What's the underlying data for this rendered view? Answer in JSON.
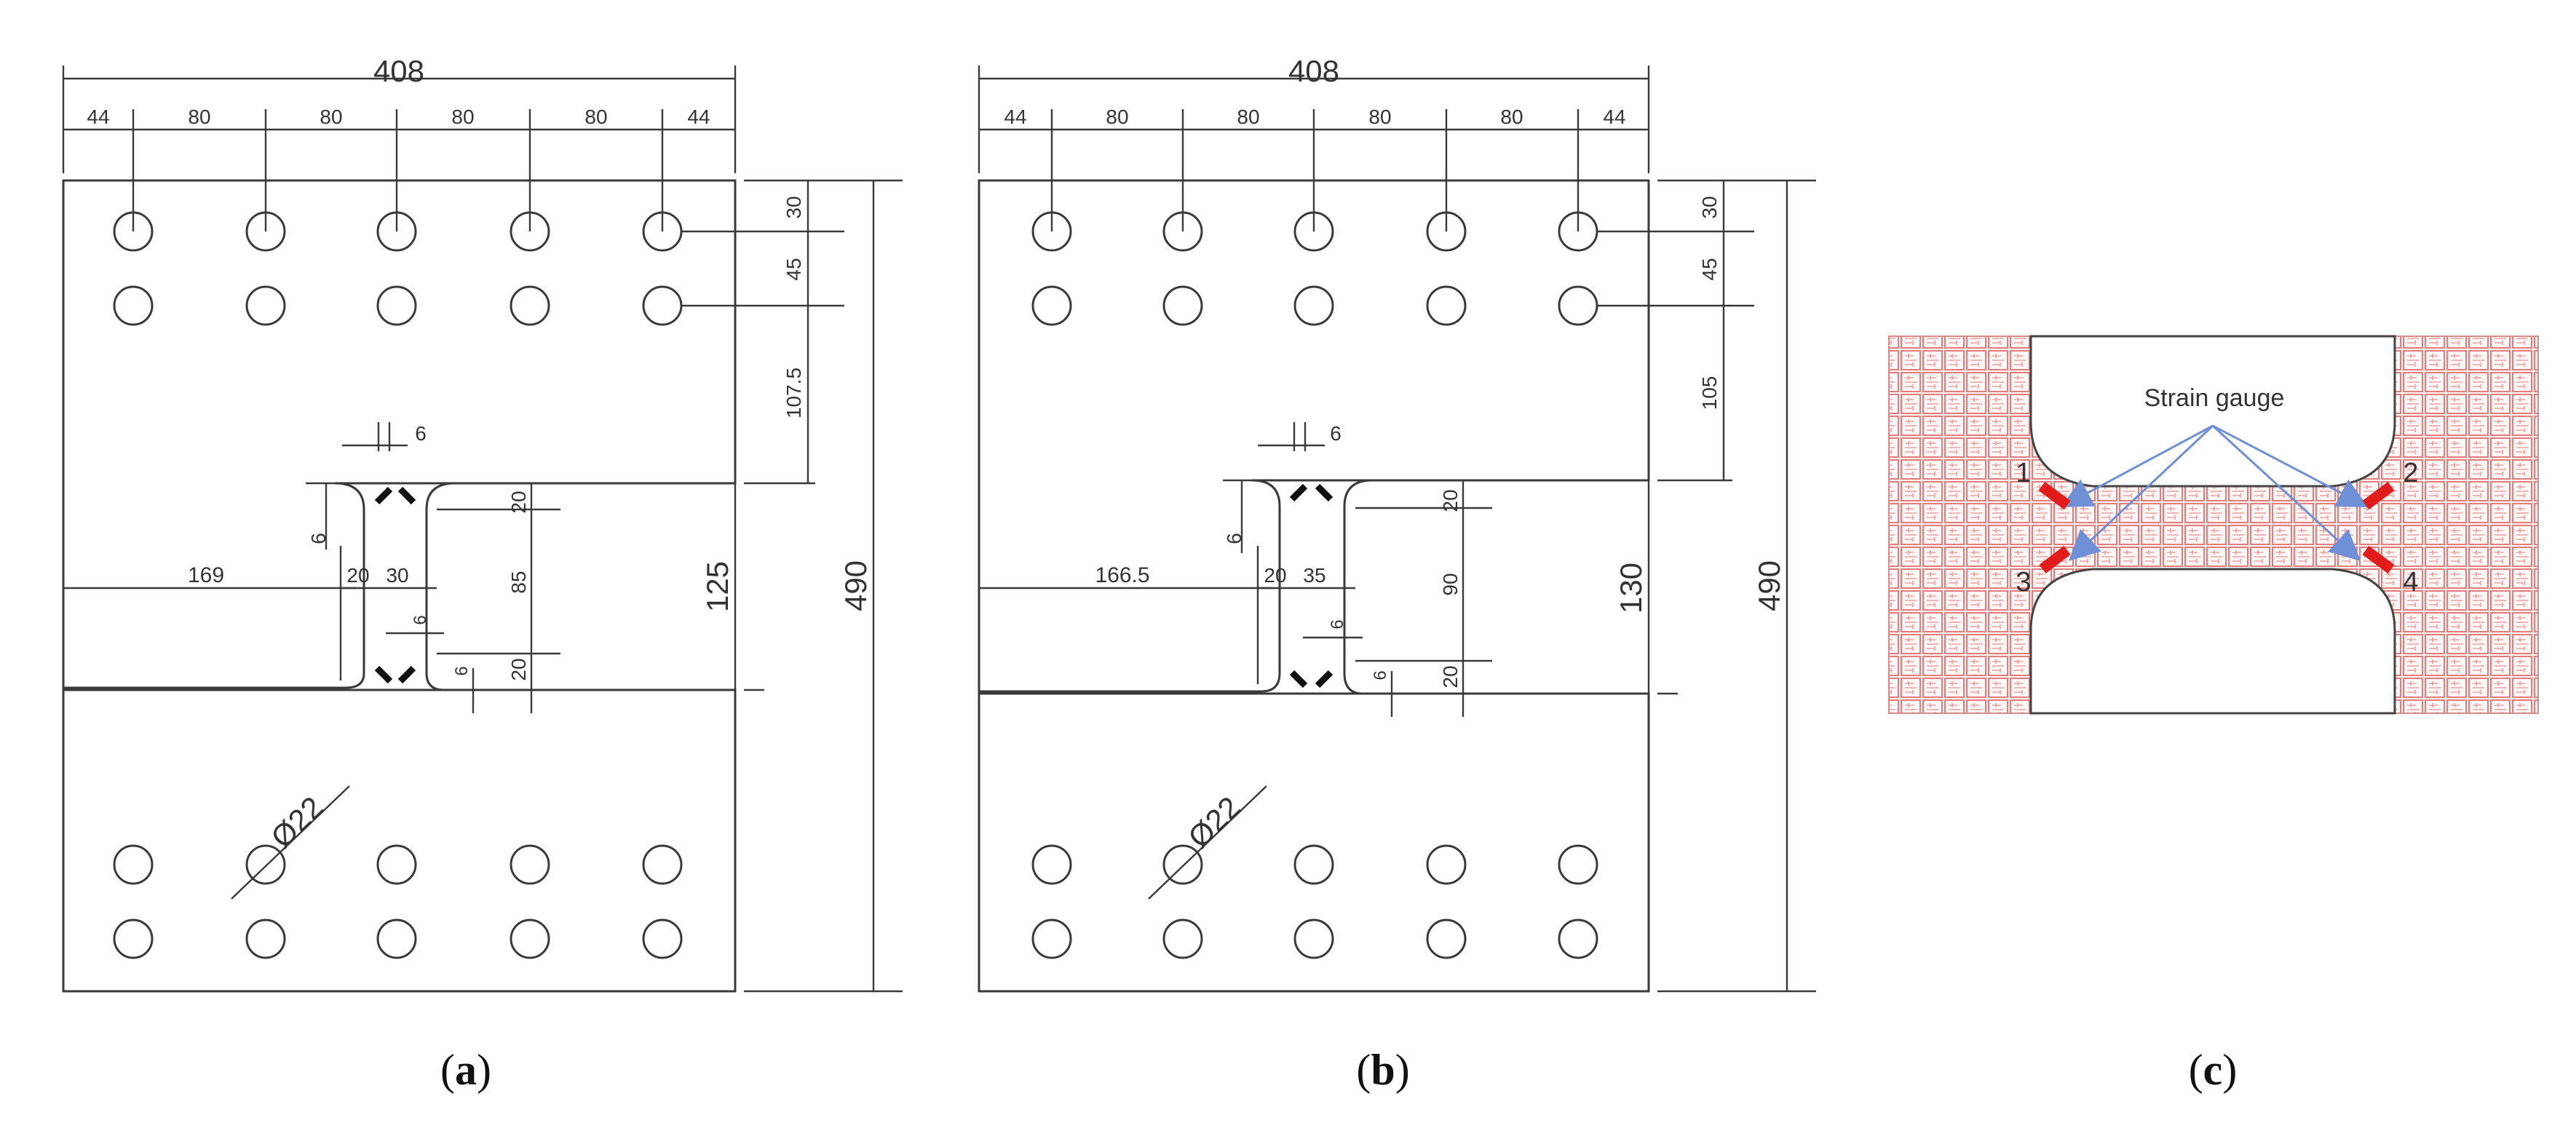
{
  "panels": [
    {
      "caption": "a",
      "dims": {
        "total_width": "408",
        "spacing": [
          "44",
          "80",
          "80",
          "80",
          "80",
          "44"
        ],
        "hole_row_1": "30",
        "hole_row_2": "45",
        "to_notch": "107.5",
        "notch_gap": "125",
        "total_height": "490",
        "notch_depth": "169",
        "radius_left": "6",
        "gap_top": "6",
        "width_left": "20",
        "width_mid": "30",
        "fillet_top": "20",
        "mid_height": "85",
        "fillet_bottom": "20",
        "small_top": "6",
        "small_bottom": "6",
        "hole_dia": "Ø22"
      }
    },
    {
      "caption": "b",
      "dims": {
        "total_width": "408",
        "spacing": [
          "44",
          "80",
          "80",
          "80",
          "80",
          "44"
        ],
        "hole_row_1": "30",
        "hole_row_2": "45",
        "to_notch": "105",
        "notch_gap": "130",
        "total_height": "490",
        "notch_depth": "166.5",
        "radius_left": "6",
        "gap_top": "6",
        "width_left": "20",
        "width_mid": "35",
        "fillet_top": "20",
        "mid_height": "90",
        "fillet_bottom": "20",
        "small_top": "6",
        "small_bottom": "6",
        "hole_dia": "Ø22"
      }
    }
  ],
  "panel_c": {
    "caption": "c",
    "label": "Strain gauge",
    "gauges": [
      "1",
      "2",
      "3",
      "4"
    ],
    "colors": {
      "grid": "#e67b7b",
      "gauge": "#e21b1b",
      "arrow": "#6f8fd6"
    }
  }
}
